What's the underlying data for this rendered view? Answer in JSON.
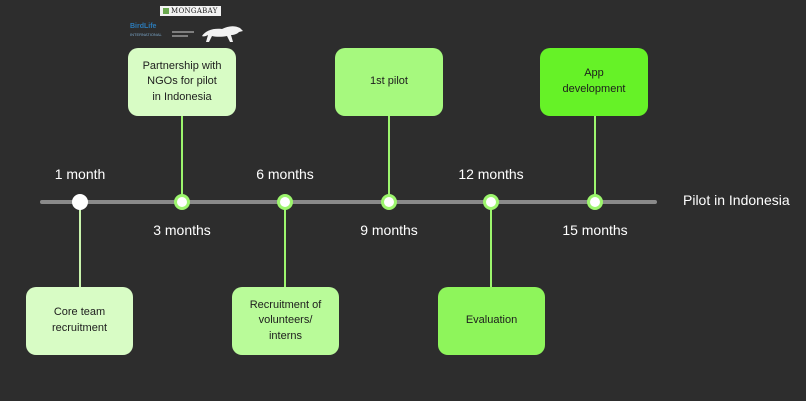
{
  "axis_label": "Pilot in Indonesia",
  "milestones": [
    {
      "period": "1 month",
      "label_side": "above",
      "card_side": "below",
      "card": "Core team\nrecruitment",
      "card_color": "#d8fcc5"
    },
    {
      "period": "3 months",
      "label_side": "below",
      "card_side": "above",
      "card": "Partnership with\nNGOs for pilot\nin Indonesia",
      "card_color": "#d8fcc5"
    },
    {
      "period": "6 months",
      "label_side": "above",
      "card_side": "below",
      "card": "Recruitment of\nvolunteers/\ninterns",
      "card_color": "#b9fb99"
    },
    {
      "period": "9 months",
      "label_side": "below",
      "card_side": "above",
      "card": "1st pilot",
      "card_color": "#a6f97e"
    },
    {
      "period": "12 months",
      "label_side": "above",
      "card_side": "below",
      "card": "Evaluation",
      "card_color": "#8ef55b"
    },
    {
      "period": "15 months",
      "label_side": "below",
      "card_side": "above",
      "card": "App\ndevelopment",
      "card_color": "#66f227"
    }
  ],
  "logos": {
    "mongabay": "MONGABAY",
    "birdlife": "BirdLife",
    "birdlife_sub": "INTERNATIONAL"
  },
  "colors": {
    "background": "#2d2d2d",
    "axis": "#8a8a8a",
    "stem": "#9cf56d",
    "node_fill": "#ffffff"
  }
}
